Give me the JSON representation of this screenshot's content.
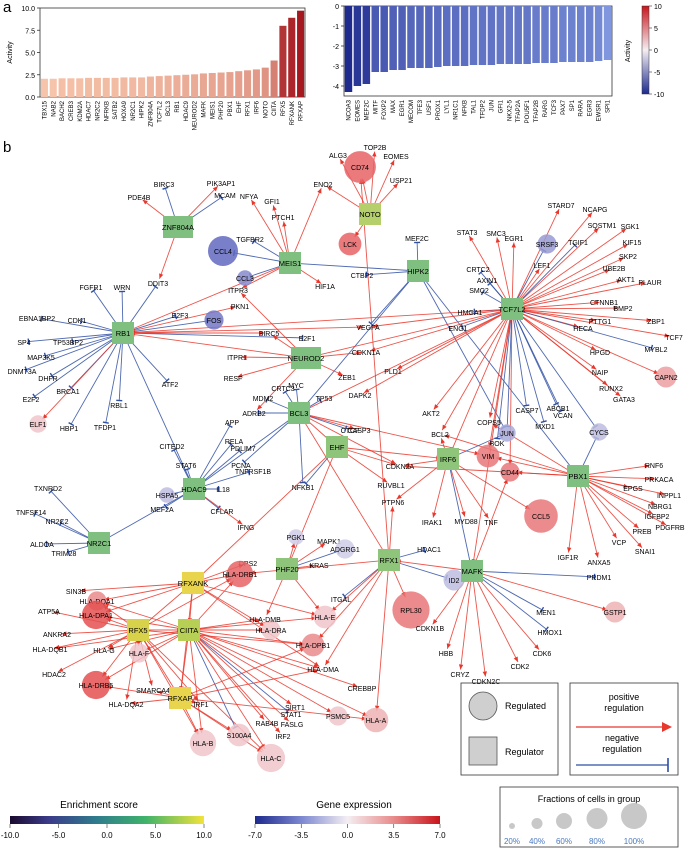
{
  "panel_labels": {
    "a": "a",
    "b": "b"
  },
  "chart_data": [
    {
      "type": "bar",
      "panel": "a-left",
      "ylabel": "Activity",
      "ylim": [
        0,
        10
      ],
      "yticks": [
        "0.0",
        "2.5",
        "5.0",
        "7.5",
        "10.0"
      ],
      "categories": [
        "TBX15",
        "NAB2",
        "BACH2",
        "CREB3",
        "KDM2A",
        "HDAC7",
        "NR2C2",
        "NFRKB",
        "SATB2",
        "HOXA9",
        "NR2C1",
        "HIPK2",
        "ZNF804A",
        "TCF7L2",
        "BCL3",
        "RB1",
        "HDAC9",
        "NEUROD2",
        "MAFK",
        "MEIS1",
        "PHF20",
        "PBX1",
        "EHF",
        "RFX1",
        "IRF6",
        "NOTO",
        "CIITA",
        "RFX5",
        "RFXANK",
        "RFXAP"
      ],
      "values": [
        2.05,
        2.05,
        2.1,
        2.1,
        2.1,
        2.15,
        2.15,
        2.15,
        2.15,
        2.2,
        2.2,
        2.2,
        2.3,
        2.35,
        2.4,
        2.45,
        2.5,
        2.55,
        2.65,
        2.7,
        2.75,
        2.8,
        2.9,
        3.0,
        3.1,
        3.3,
        4.1,
        8.0,
        8.9,
        9.7
      ]
    },
    {
      "type": "bar",
      "panel": "a-right",
      "ylabel": "Activity",
      "ylim": [
        -4.5,
        0
      ],
      "yticks": [
        "0",
        "-1",
        "-2",
        "-3",
        "-4"
      ],
      "colorbar_ticks": [
        "10",
        "5",
        "0",
        "-5",
        "-10"
      ],
      "categories": [
        "NCOA3",
        "EOMES",
        "MEF2C",
        "MITF",
        "FOXP2",
        "MAX",
        "EGR1",
        "MECOM",
        "TFE3",
        "USF1",
        "PROX1",
        "LYL1",
        "NR1C1",
        "NFKB",
        "TAL1",
        "TFDP2",
        "JUN",
        "GFI1",
        "NKX2-5",
        "TFAP2A",
        "POU5F1",
        "TFAP2B",
        "RARG",
        "TCF3",
        "PAX7",
        "SP1",
        "RARA",
        "EGR3",
        "EWSR1",
        "SPI1"
      ],
      "values": [
        -4.3,
        -4.0,
        -3.9,
        -3.3,
        -3.3,
        -3.2,
        -3.2,
        -3.1,
        -3.1,
        -3.1,
        -3.05,
        -3.0,
        -3.0,
        -3.0,
        -2.95,
        -2.95,
        -2.95,
        -2.9,
        -2.9,
        -2.9,
        -2.9,
        -2.85,
        -2.85,
        -2.85,
        -2.8,
        -2.8,
        -2.8,
        -2.8,
        -2.75,
        -2.7
      ]
    }
  ],
  "network": {
    "regulators": [
      {
        "label": "ZNF804A",
        "color": "#7fbf7f"
      },
      {
        "label": "MEIS1",
        "color": "#7fbf7f"
      },
      {
        "label": "NOTO",
        "color": "#b5cf6b"
      },
      {
        "label": "HIPK2",
        "color": "#7fbf7f"
      },
      {
        "label": "TCF7L2",
        "color": "#7fbf7f"
      },
      {
        "label": "RB1",
        "color": "#7fbf7f"
      },
      {
        "label": "NEUROD2",
        "color": "#7fbf7f"
      },
      {
        "label": "BCL3",
        "color": "#7fbf7f"
      },
      {
        "label": "EHF",
        "color": "#8fc57a"
      },
      {
        "label": "IRF6",
        "color": "#8fc57a"
      },
      {
        "label": "PBX1",
        "color": "#7fbf7f"
      },
      {
        "label": "HDAC9",
        "color": "#7fbf7f"
      },
      {
        "label": "NR2C1",
        "color": "#7fbf7f"
      },
      {
        "label": "RFXANK",
        "color": "#e8d44d"
      },
      {
        "label": "PHF20",
        "color": "#8fc57a"
      },
      {
        "label": "RFX1",
        "color": "#8fc57a"
      },
      {
        "label": "MAFK",
        "color": "#7fbf7f"
      },
      {
        "label": "RFX5",
        "color": "#d8d24b"
      },
      {
        "label": "CIITA",
        "color": "#b8cf55"
      },
      {
        "label": "RFXAP",
        "color": "#e8d44d"
      }
    ],
    "genes": [
      "TOP2B",
      "ALG3",
      "CD74",
      "EOMES",
      "USP21",
      "ENO2",
      "BIRC3",
      "PIK3AP1",
      "PDE4B",
      "MCAM",
      "NFYA",
      "GFI1",
      "PTCH1",
      "CCL4",
      "TGFBR2",
      "CCL3",
      "HIF1A",
      "LCK",
      "CTBP2",
      "MEF2C",
      "STARD7",
      "NCAPG",
      "SQSTM1",
      "SGK1",
      "KIF15",
      "SKP2",
      "STAT3",
      "SMC3",
      "EGR1",
      "SRSF3",
      "TGIF1",
      "UBE2B",
      "AKT1",
      "PLAUR",
      "LEF1",
      "CRTC2",
      "AXIN1",
      "SMC2",
      "HMGA1",
      "ENG1",
      "CTNNB1",
      "BMP2",
      "PTTG1",
      "ZBP1",
      "TCF7",
      "HECA",
      "MYBL2",
      "HPGD",
      "NAIP",
      "CAPN2",
      "GATA3",
      "RUNX2",
      "VCAN",
      "FGFR1",
      "WRN",
      "DDIT3",
      "E2F3",
      "FOS",
      "ITPR3",
      "PKN1",
      "VEGFA",
      "CDKN1A",
      "BIRC5",
      "EBNA1BP2",
      "CDK1",
      "SP4",
      "TP53BP2",
      "MAP3K5",
      "DNMT3A",
      "DHFR",
      "BRCA1",
      "E2F2",
      "RBL1",
      "HBP1",
      "TFDP1",
      "ELF1",
      "ITPR1",
      "RESF",
      "E2F1",
      "ZEB1",
      "PLD1",
      "DAPK2",
      "ATF2",
      "MDM2",
      "CRTC3",
      "MYC",
      "ADRB2",
      "TP53",
      "CASP3",
      "AKT2",
      "BCL2",
      "COPS5",
      "BOK",
      "JUN",
      "CASP7",
      "MXD1",
      "ABCB1",
      "CYCS",
      "APP",
      "RELA",
      "PDLIM7",
      "PCNA",
      "CTCF",
      "CDKN2A",
      "CITED2",
      "TNFRSF1B",
      "STAT6",
      "NFKB1",
      "RUVBL1",
      "VIM",
      "CD44",
      "IL18",
      "MEF2A",
      "CFLAR",
      "HSPA5",
      "TXNRD2",
      "TNFSF14",
      "NR2C2",
      "ALDOA",
      "TRIM28",
      "PTPN6",
      "IRAK1",
      "MYD88",
      "TNF",
      "RNF6",
      "PRKACA",
      "EPGS",
      "INPPL1",
      "NBRG1",
      "IGFBP2",
      "PDGFRB",
      "PREB",
      "VCP",
      "SNAI1",
      "ANXA5",
      "IGF1R",
      "CCL5",
      "IFNG",
      "DPS2",
      "HLA-DRB1",
      "PGK1",
      "MAPK1",
      "KRAS",
      "ADGRG1",
      "HDAC1",
      "ID2",
      "PRDM1",
      "SIN3B",
      "HLA-DQA1",
      "ATP5A",
      "HLA-DPA1",
      "ANKRA2",
      "HLA-DQB1",
      "HDAC2",
      "HLA-DRB5",
      "HLA-F",
      "HLA-G",
      "SMARCA4",
      "HLA-DQA2",
      "IRF1",
      "HLA-B",
      "S100A4",
      "HLA-C",
      "RAB4B",
      "IRF2",
      "FASLG",
      "STAT1",
      "SIRT1",
      "PSMC5",
      "CREBBP",
      "HLA-DMA",
      "HLA-A",
      "HLA-DPB1",
      "HLA-DRA",
      "HLA-E",
      "HLA-DMB",
      "ITGAL",
      "RPL30",
      "CDKN1B",
      "HBB",
      "CRYZ",
      "CDKN2C",
      "CDK2",
      "CDK6",
      "HMOX1",
      "MEN1",
      "GSTP1"
    ]
  },
  "legend": {
    "regulated": "Regulated",
    "regulator": "Regulator",
    "positive": "positive regulation",
    "negative": "negative regulation",
    "enrichment_title": "Enrichment score",
    "enrichment_ticks": [
      "-10.0",
      "-5.0",
      "0.0",
      "5.0",
      "10.0"
    ],
    "expression_title": "Gene expression",
    "expression_ticks": [
      "-7.0",
      "-3.5",
      "0.0",
      "3.5",
      "7.0"
    ],
    "fractions_title": "Fractions of cells in group",
    "fractions_ticks": [
      "20%",
      "40%",
      "60%",
      "80%",
      "100%"
    ]
  },
  "colors": {
    "positive": "#e8372c",
    "negative": "#2f4fa3",
    "regulator_default": "#7fbf7f"
  }
}
